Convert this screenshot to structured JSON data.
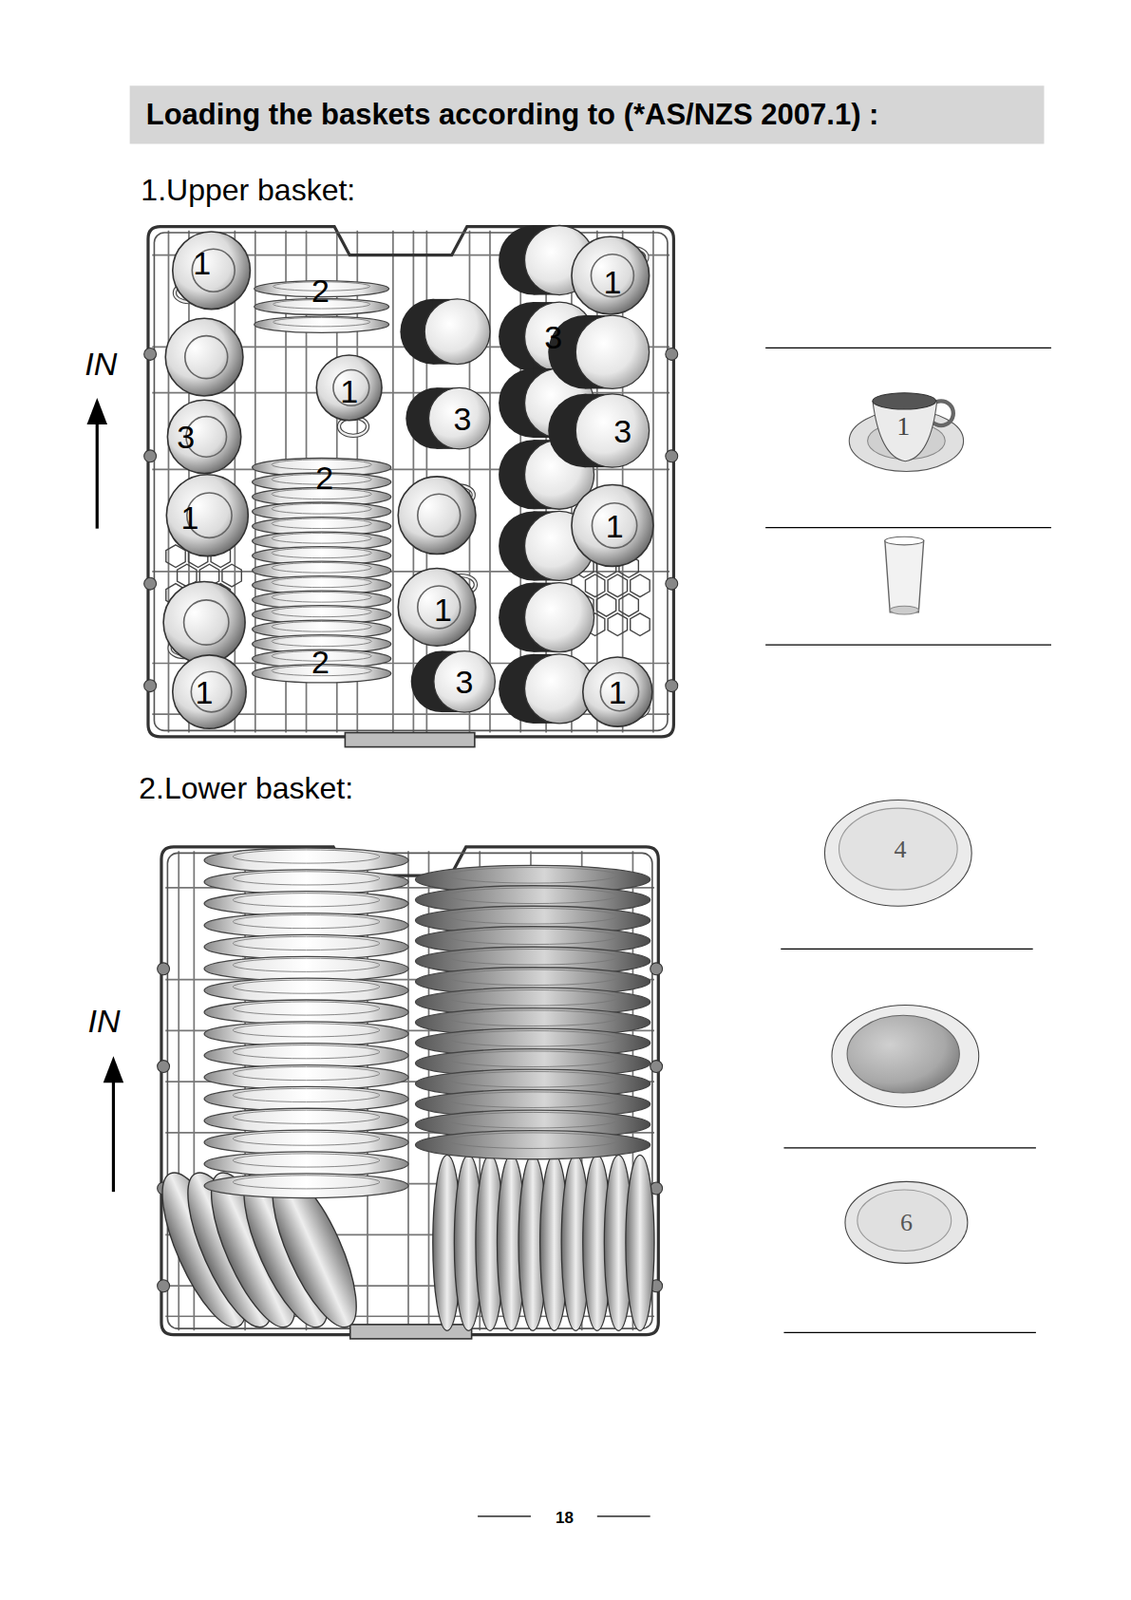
{
  "diagram": {
    "title": "Loading the baskets according to (*AS/NZS 2007.1) :",
    "labels": [
      "1.Upper basket:",
      "IN",
      "1",
      "2",
      "1",
      "3",
      "1",
      "3",
      "3",
      "3",
      "2",
      "1",
      "1",
      "1",
      "2",
      "1",
      "3",
      "1",
      "1",
      "2.Lower basket:",
      "IN",
      "4",
      "6",
      "18"
    ]
  }
}
